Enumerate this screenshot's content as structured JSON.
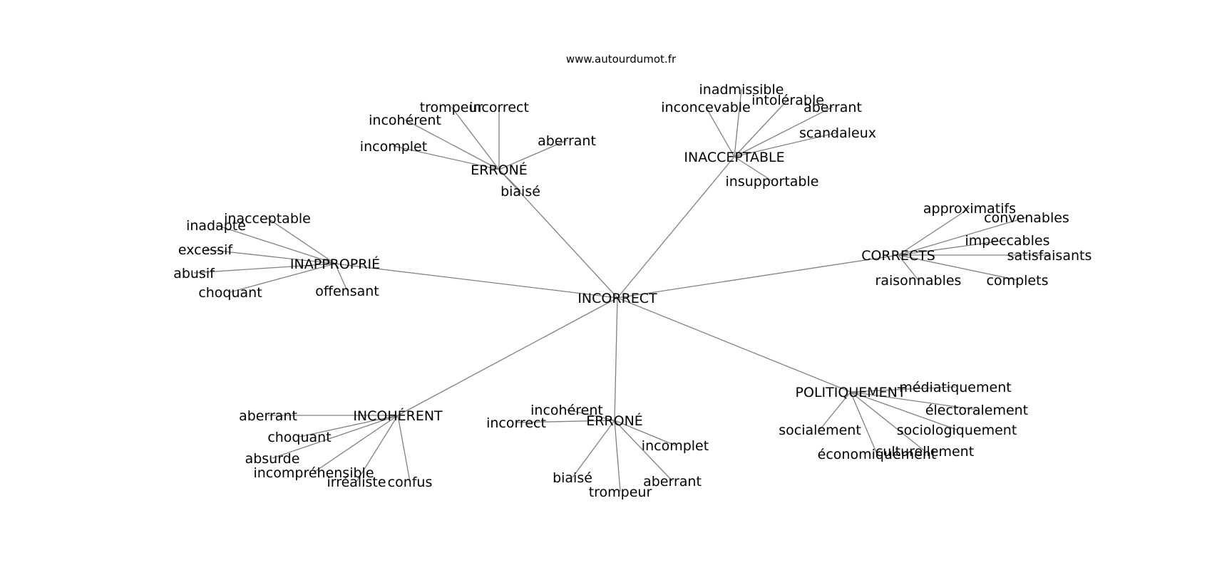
{
  "site": "www.autourdumot.fr",
  "root": {
    "id": "root",
    "label": "INCORRECT"
  },
  "hubs": [
    {
      "id": "h_errone_top",
      "label": "ERRONÉ"
    },
    {
      "id": "h_inacceptable",
      "label": "INACCEPTABLE"
    },
    {
      "id": "h_inapproprie",
      "label": "INAPPROPRIÉ"
    },
    {
      "id": "h_corrects",
      "label": "CORRECTS"
    },
    {
      "id": "h_incoherent",
      "label": "INCOHÉRENT"
    },
    {
      "id": "h_errone_bottom",
      "label": "ERRONÉ"
    },
    {
      "id": "h_politiquement",
      "label": "POLITIQUEMENT"
    }
  ],
  "leaves": [
    {
      "id": "l1",
      "parent": "h_errone_top",
      "label": "trompeur"
    },
    {
      "id": "l2",
      "parent": "h_errone_top",
      "label": "incorrect"
    },
    {
      "id": "l3",
      "parent": "h_errone_top",
      "label": "incohérent"
    },
    {
      "id": "l4",
      "parent": "h_errone_top",
      "label": "incomplet"
    },
    {
      "id": "l5",
      "parent": "h_errone_top",
      "label": "aberrant"
    },
    {
      "id": "l6",
      "parent": "h_errone_top",
      "label": "biaisé"
    },
    {
      "id": "l7",
      "parent": "h_inacceptable",
      "label": "inadmissible"
    },
    {
      "id": "l8",
      "parent": "h_inacceptable",
      "label": "intolérable"
    },
    {
      "id": "l9",
      "parent": "h_inacceptable",
      "label": "inconcevable"
    },
    {
      "id": "l10",
      "parent": "h_inacceptable",
      "label": "aberrant"
    },
    {
      "id": "l11",
      "parent": "h_inacceptable",
      "label": "scandaleux"
    },
    {
      "id": "l12",
      "parent": "h_inacceptable",
      "label": "insupportable"
    },
    {
      "id": "l13",
      "parent": "h_inapproprie",
      "label": "inacceptable"
    },
    {
      "id": "l14",
      "parent": "h_inapproprie",
      "label": "inadapté"
    },
    {
      "id": "l15",
      "parent": "h_inapproprie",
      "label": "excessif"
    },
    {
      "id": "l16",
      "parent": "h_inapproprie",
      "label": "abusif"
    },
    {
      "id": "l17",
      "parent": "h_inapproprie",
      "label": "choquant"
    },
    {
      "id": "l18",
      "parent": "h_inapproprie",
      "label": "offensant"
    },
    {
      "id": "l19",
      "parent": "h_corrects",
      "label": "approximatifs"
    },
    {
      "id": "l20",
      "parent": "h_corrects",
      "label": "convenables"
    },
    {
      "id": "l21",
      "parent": "h_corrects",
      "label": "impeccables"
    },
    {
      "id": "l22",
      "parent": "h_corrects",
      "label": "satisfaisants"
    },
    {
      "id": "l23",
      "parent": "h_corrects",
      "label": "raisonnables"
    },
    {
      "id": "l24",
      "parent": "h_corrects",
      "label": "complets"
    },
    {
      "id": "l25",
      "parent": "h_incoherent",
      "label": "aberrant"
    },
    {
      "id": "l26",
      "parent": "h_incoherent",
      "label": "choquant"
    },
    {
      "id": "l27",
      "parent": "h_incoherent",
      "label": "absurde"
    },
    {
      "id": "l28",
      "parent": "h_incoherent",
      "label": "incompréhensible"
    },
    {
      "id": "l29",
      "parent": "h_incoherent",
      "label": "irréaliste"
    },
    {
      "id": "l30",
      "parent": "h_incoherent",
      "label": "confus"
    },
    {
      "id": "l31",
      "parent": "h_errone_bottom",
      "label": "incohérent"
    },
    {
      "id": "l32",
      "parent": "h_errone_bottom",
      "label": "incorrect"
    },
    {
      "id": "l33",
      "parent": "h_errone_bottom",
      "label": "incomplet"
    },
    {
      "id": "l34",
      "parent": "h_errone_bottom",
      "label": "biaisé"
    },
    {
      "id": "l35",
      "parent": "h_errone_bottom",
      "label": "aberrant"
    },
    {
      "id": "l36",
      "parent": "h_errone_bottom",
      "label": "trompeur"
    },
    {
      "id": "l37",
      "parent": "h_politiquement",
      "label": "médiatiquement"
    },
    {
      "id": "l38",
      "parent": "h_politiquement",
      "label": "électoralement"
    },
    {
      "id": "l39",
      "parent": "h_politiquement",
      "label": "socialement"
    },
    {
      "id": "l40",
      "parent": "h_politiquement",
      "label": "sociologiquement"
    },
    {
      "id": "l41",
      "parent": "h_politiquement",
      "label": "culturellement"
    },
    {
      "id": "l42",
      "parent": "h_politiquement",
      "label": "économiquement"
    }
  ]
}
